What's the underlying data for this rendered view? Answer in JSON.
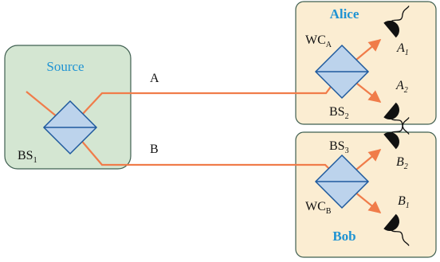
{
  "colors": {
    "source_box_fill": "#d4e6d2",
    "source_box_stroke": "#3f5f50",
    "party_box_fill": "#fbedd2",
    "party_box_stroke": "#3f5f50",
    "splitter_fill": "#bcd3ec",
    "splitter_stroke": "#1f5a9e",
    "beam": "#f07c4a",
    "title_text": "#1f93d3",
    "detector": "#111111"
  },
  "source": {
    "title": "Source",
    "splitter_label": "BS",
    "splitter_sub": "1"
  },
  "channels": {
    "upper": "A",
    "lower": "B"
  },
  "alice": {
    "title": "Alice",
    "wc_label": "WC",
    "wc_sub": "A",
    "splitter_label": "BS",
    "splitter_sub": "2",
    "detector_upper_label": "A",
    "detector_upper_sub": "1",
    "detector_lower_label": "A",
    "detector_lower_sub": "2"
  },
  "bob": {
    "title": "Bob",
    "wc_label": "WC",
    "wc_sub": "B",
    "splitter_label": "BS",
    "splitter_sub": "3",
    "detector_upper_label": "B",
    "detector_upper_sub": "2",
    "detector_lower_label": "B",
    "detector_lower_sub": "1"
  },
  "icons": {
    "detector": "photodetector-icon",
    "splitter": "beam-splitter-icon"
  }
}
